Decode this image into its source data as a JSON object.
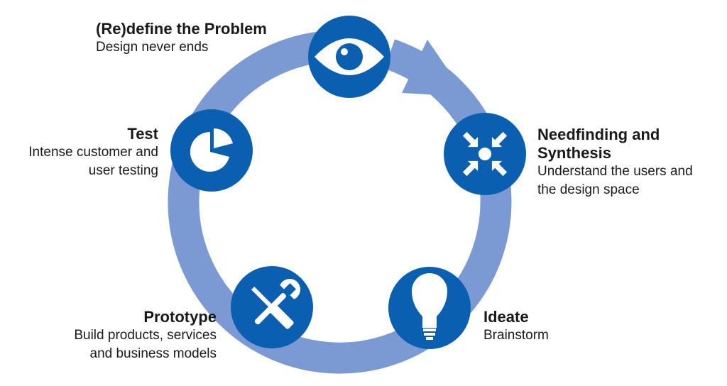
{
  "colors": {
    "ring": "#7b9ad3",
    "node": "#0b5fb0",
    "icon": "#ffffff",
    "text": "#1a1a1a"
  },
  "steps": [
    {
      "id": "redefine",
      "icon": "eye-icon",
      "title": "(Re)define the Problem",
      "desc_lines": [
        "Design never ends"
      ]
    },
    {
      "id": "needfinding",
      "icon": "converge-arrows-icon",
      "title_lines": [
        "Needfinding and",
        "Synthesis"
      ],
      "desc_lines": [
        "Understand the users and",
        "the design space"
      ]
    },
    {
      "id": "ideate",
      "icon": "lightbulb-icon",
      "title": "Ideate",
      "desc_lines": [
        "Brainstorm"
      ]
    },
    {
      "id": "prototype",
      "icon": "tools-icon",
      "title": "Prototype",
      "desc_lines": [
        "Build products, services",
        "and business models"
      ]
    },
    {
      "id": "test",
      "icon": "pie-chart-icon",
      "title": "Test",
      "desc_lines": [
        "Intense customer and",
        "user testing"
      ]
    }
  ]
}
